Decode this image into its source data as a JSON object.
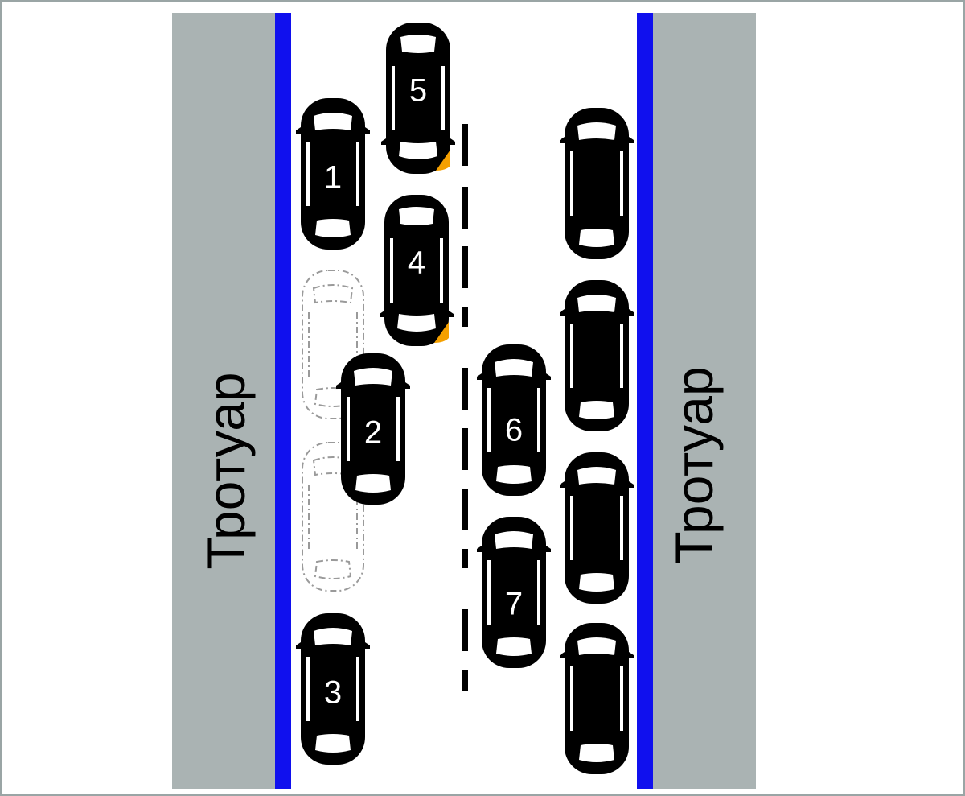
{
  "sidewalks": {
    "left_label": "Тротуар",
    "right_label": "Тротуар"
  },
  "colors": {
    "sidewalk": "#aab3b3",
    "curb_line": "#1010ee",
    "car_body": "#000000",
    "car_glass": "#ffffff",
    "turn_signal": "#f5a000",
    "ghost_outline": "#9a9a9a"
  },
  "cars": [
    {
      "label": "1",
      "orientation": "up",
      "turn_signal": "none"
    },
    {
      "label": "2",
      "orientation": "up",
      "turn_signal": "none"
    },
    {
      "label": "3",
      "orientation": "up",
      "turn_signal": "none"
    },
    {
      "label": "4",
      "orientation": "down",
      "turn_signal": "right"
    },
    {
      "label": "5",
      "orientation": "down",
      "turn_signal": "right"
    },
    {
      "label": "6",
      "orientation": "up",
      "turn_signal": "none"
    },
    {
      "label": "7",
      "orientation": "up",
      "turn_signal": "none"
    }
  ],
  "parked_cars_right": {
    "count": 4,
    "orientation": "up"
  },
  "ghost_parking_spots": {
    "count": 2,
    "style": "dashed-outline"
  }
}
